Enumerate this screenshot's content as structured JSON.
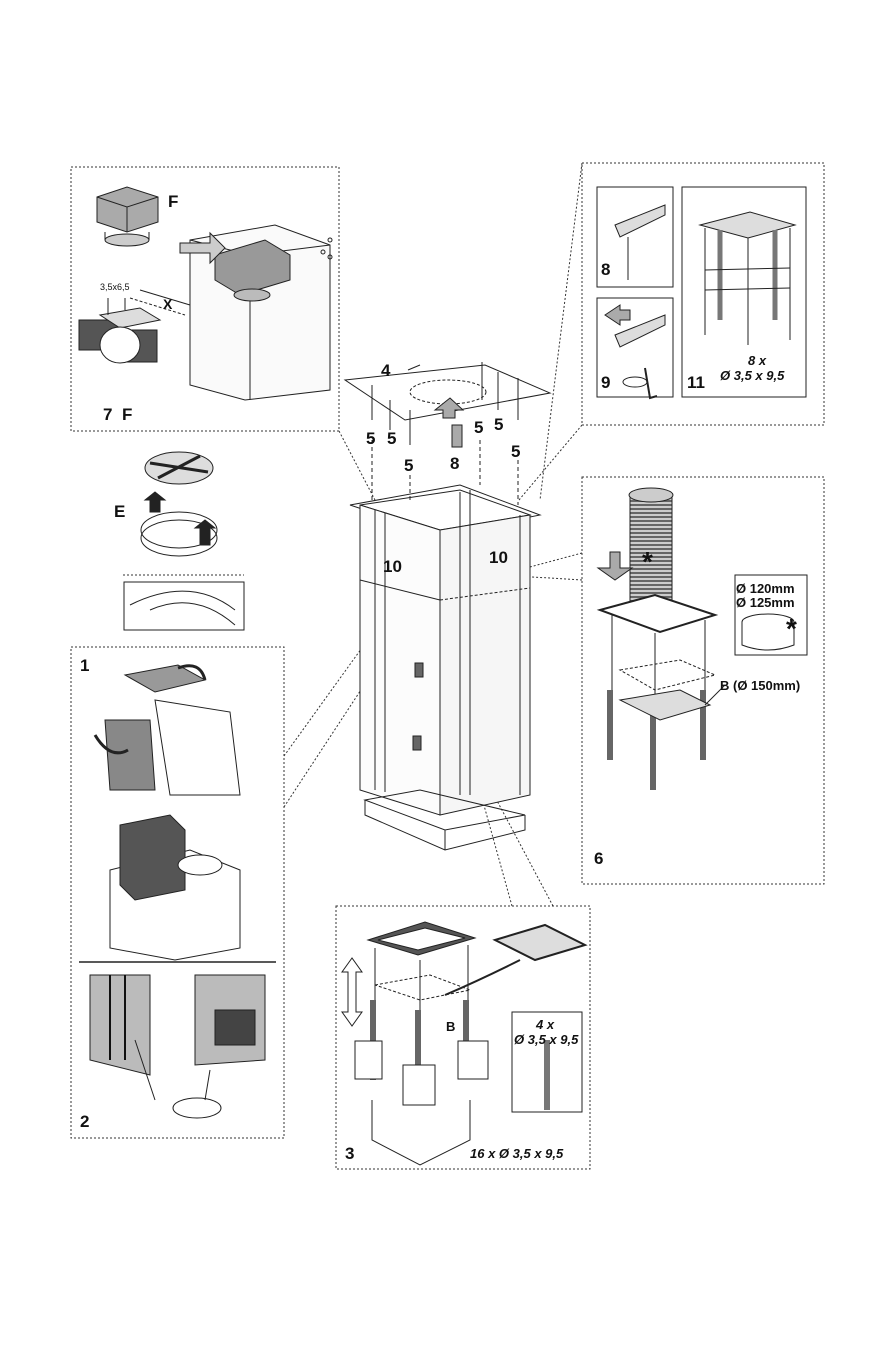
{
  "panel_7": {
    "number": "7",
    "letter_top": "F",
    "letter_bottom": "F",
    "dim_screw": "3,5x6,5",
    "dim_x": "X"
  },
  "main": {
    "callout_4": "4",
    "callout_5": "5",
    "callout_8": "8",
    "callout_10": "10"
  },
  "panel_e": {
    "letter": "E"
  },
  "panel_11": {
    "step_8": "8",
    "step_9": "9",
    "step_11": "11",
    "screw_qty": "8 x",
    "screw_size": "Ø 3,5 x 9,5"
  },
  "panel_6": {
    "number": "6",
    "dia_120": "Ø 120mm",
    "dia_125": "Ø 125mm",
    "asterisk": "*",
    "label_b": "B (Ø 150mm)"
  },
  "panel_1_2": {
    "step_1": "1",
    "step_2": "2"
  },
  "panel_3": {
    "number": "3",
    "label_b": "B",
    "screw_qty": "4 x",
    "screw_size": "Ø 3,5 x 9,5",
    "bottom_screws": "16 x Ø 3,5 x 9,5"
  }
}
